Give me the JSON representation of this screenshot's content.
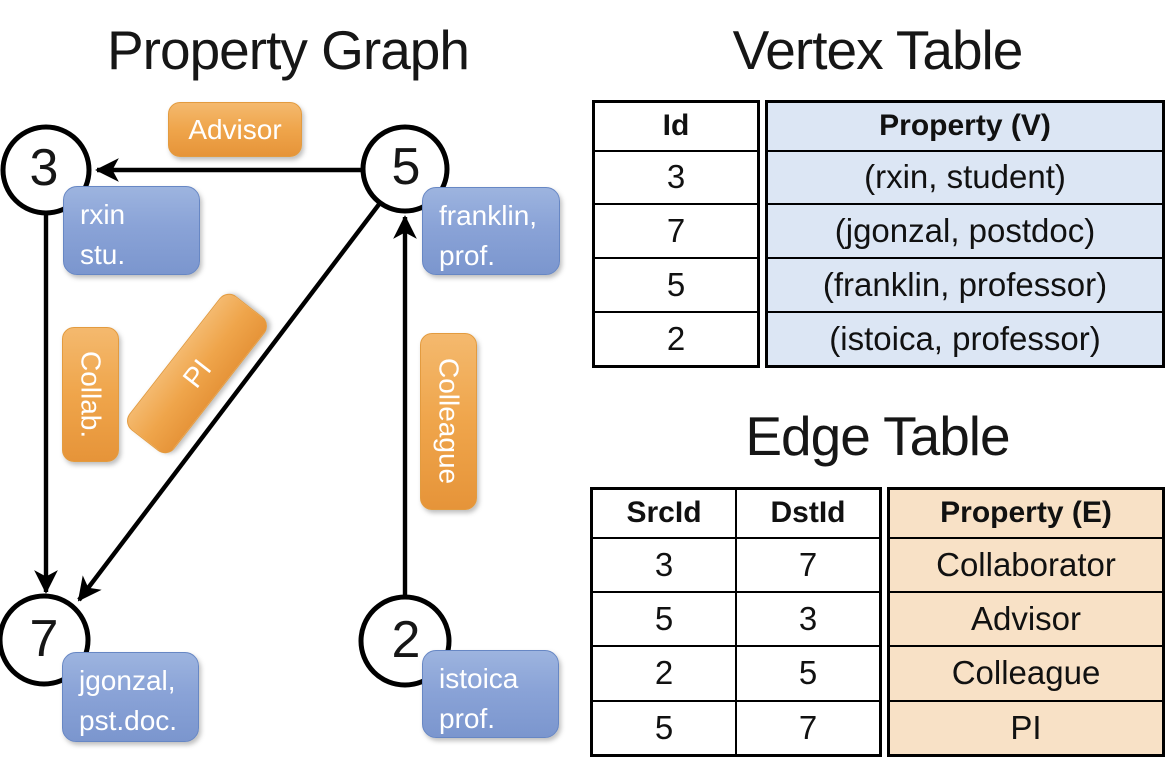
{
  "titles": {
    "graph": "Property Graph",
    "vertex_table": "Vertex Table",
    "edge_table": "Edge Table"
  },
  "graph": {
    "nodes": [
      {
        "id": "3"
      },
      {
        "id": "5"
      },
      {
        "id": "7"
      },
      {
        "id": "2"
      }
    ],
    "vertex_boxes": [
      {
        "node": "3",
        "lines": [
          "rxin",
          "stu."
        ]
      },
      {
        "node": "5",
        "lines": [
          "franklin,",
          "prof."
        ]
      },
      {
        "node": "7",
        "lines": [
          "jgonzal,",
          "pst.doc."
        ]
      },
      {
        "node": "2",
        "lines": [
          "istoica",
          "prof."
        ]
      }
    ],
    "edges": [
      {
        "src": "5",
        "dst": "3",
        "label": "Advisor"
      },
      {
        "src": "3",
        "dst": "7",
        "label": "Collab."
      },
      {
        "src": "5",
        "dst": "7",
        "label": "PI"
      },
      {
        "src": "2",
        "dst": "5",
        "label": "Colleague"
      }
    ]
  },
  "vertex_table": {
    "columns": [
      "Id",
      "Property (V)"
    ],
    "rows": [
      [
        "3",
        "(rxin, student)"
      ],
      [
        "7",
        "(jgonzal, postdoc)"
      ],
      [
        "5",
        "(franklin, professor)"
      ],
      [
        "2",
        "(istoica, professor)"
      ]
    ]
  },
  "edge_table": {
    "columns": [
      "SrcId",
      "DstId",
      "Property (E)"
    ],
    "rows": [
      [
        "3",
        "7",
        "Collaborator"
      ],
      [
        "5",
        "3",
        "Advisor"
      ],
      [
        "2",
        "5",
        "Colleague"
      ],
      [
        "5",
        "7",
        "PI"
      ]
    ]
  },
  "colors": {
    "orange_label": "#EFA54B",
    "blue_box": "#8CA6D5",
    "vertex_fill": "#DCE6F4",
    "edge_fill": "#F8E1C6",
    "line": "#000000"
  }
}
